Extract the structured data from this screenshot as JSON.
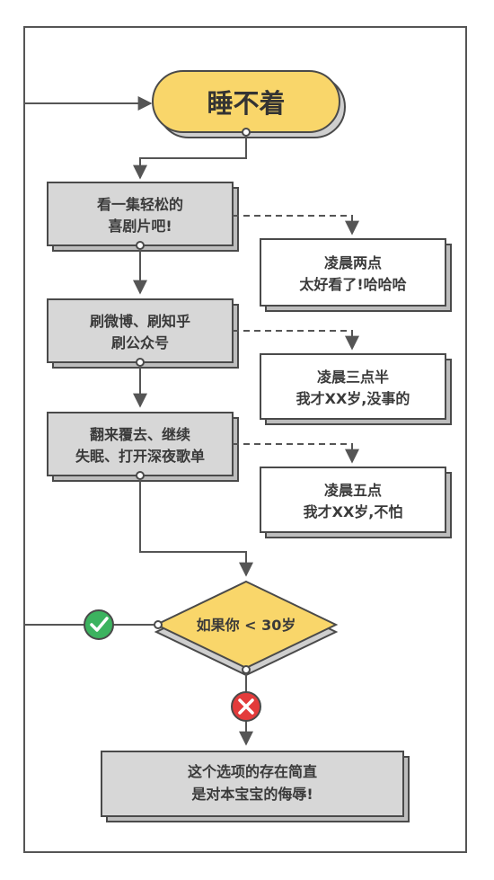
{
  "start": {
    "label": "睡不着"
  },
  "steps": [
    {
      "lines": [
        "看一集轻松的",
        "喜剧片吧!"
      ]
    },
    {
      "lines": [
        "刷微博、刷知乎",
        "刷公众号"
      ]
    },
    {
      "lines": [
        "翻来覆去、继续",
        "失眠、打开深夜歌单"
      ]
    }
  ],
  "outcomes": [
    {
      "lines": [
        "凌晨两点",
        "太好看了!哈哈哈"
      ]
    },
    {
      "lines": [
        "凌晨三点半",
        "我才XX岁,没事的"
      ]
    },
    {
      "lines": [
        "凌晨五点",
        "我才XX岁,不怕"
      ]
    }
  ],
  "decision": {
    "label": "如果你 < 30岁"
  },
  "end": {
    "lines": [
      "这个选项的存在简直",
      "是对本宝宝的侮辱!"
    ]
  },
  "colors": {
    "start_fill": "#f9d66a",
    "decision_fill": "#f9d66a",
    "step_fill": "#d7d7d7",
    "line": "#555555",
    "yes_green": "#3cb35f",
    "no_red": "#e33b3b"
  },
  "icons": {
    "yes": "check-icon",
    "no": "cross-icon"
  }
}
